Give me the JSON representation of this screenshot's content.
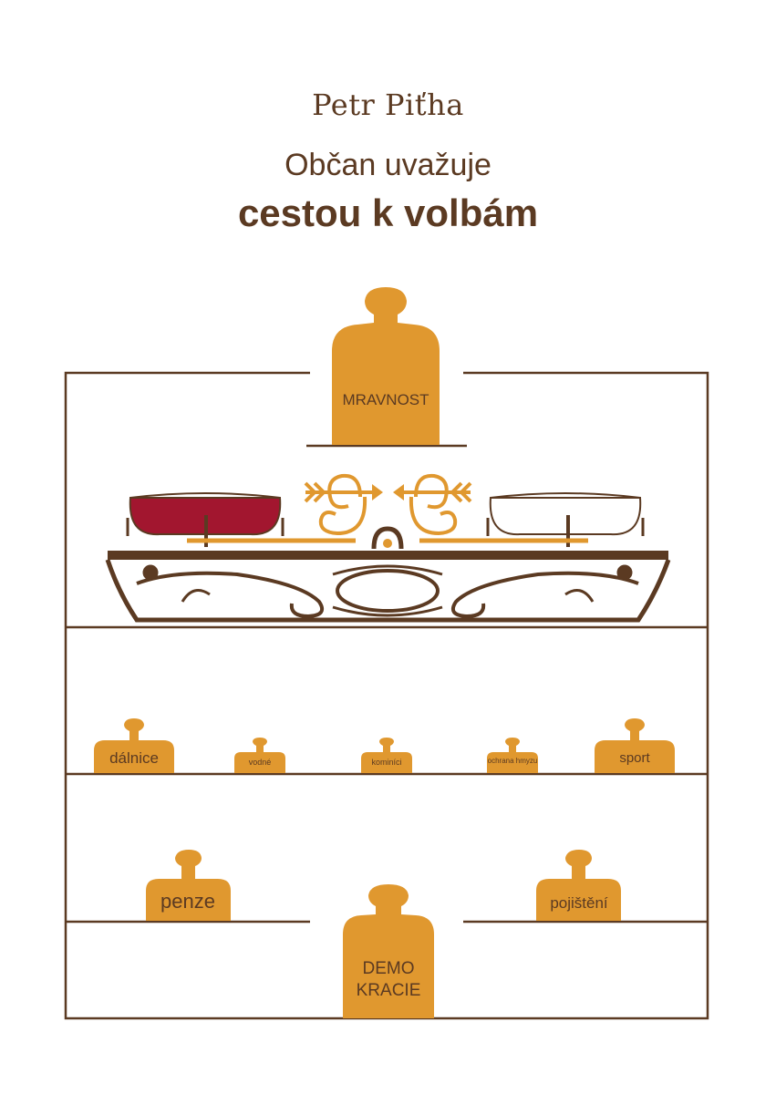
{
  "cover": {
    "author": "Petr Piťha",
    "subtitle": "Občan uvažuje",
    "title": "cestou k volbám"
  },
  "weights": {
    "top": "MRAVNOST",
    "shelf1": [
      "dálnice",
      "vodné",
      "kominíci",
      "ochrana hmyzu",
      "sport"
    ],
    "shelf2": [
      "penze",
      "pojištění"
    ],
    "bottom": [
      "DEMO",
      "KRACIE"
    ]
  },
  "colors": {
    "brown": "#5b3a22",
    "gold": "#e0982f",
    "red": "#a2162f",
    "white": "#ffffff"
  }
}
